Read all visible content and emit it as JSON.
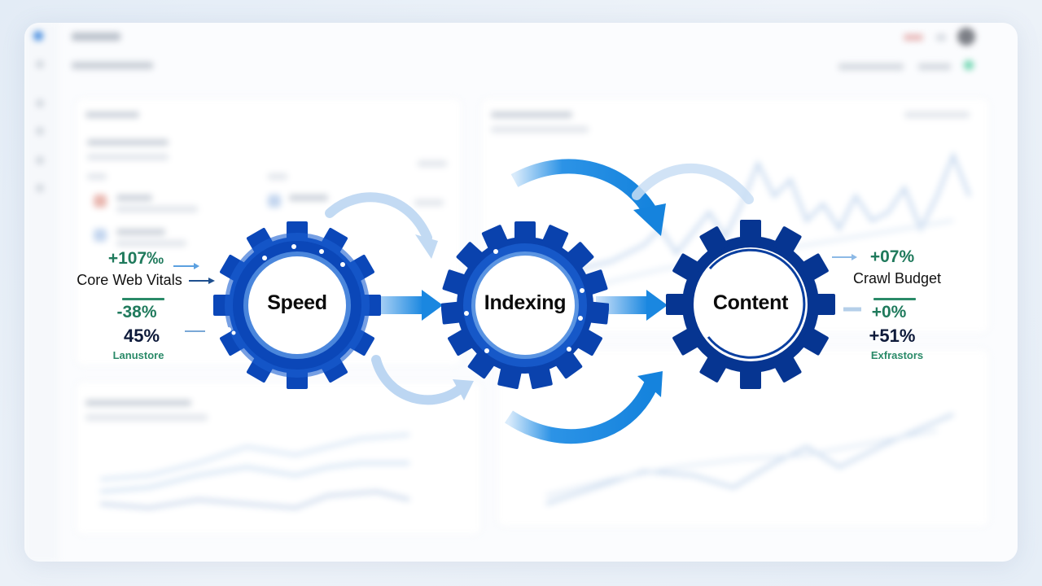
{
  "colors": {
    "gear_bright": "#1556c4",
    "gear_dark": "#0a3a94",
    "arrow_blue": "#1a87e0",
    "arrow_light": "#bcd6f2",
    "metric_green": "#1f7a5c",
    "metric_dark": "#0e1a3a",
    "background": "#e8eff7"
  },
  "diagram": {
    "gears": [
      {
        "id": "speed",
        "label": "Speed"
      },
      {
        "id": "indexing",
        "label": "Indexing"
      },
      {
        "id": "content",
        "label": "Content"
      }
    ],
    "left_metrics": {
      "top_change": "+107‰",
      "label": "Core Web Vitals",
      "mid_change": "-38%",
      "value": "45%",
      "caption": "Lanustore"
    },
    "right_metrics": {
      "top_change": "+07%",
      "label": "Crawl Budget",
      "mid_change": "+0%",
      "value": "+51%",
      "caption": "Exfrastors"
    }
  },
  "background_dashboard": {
    "note_visible_text": "blurred, illegible"
  }
}
